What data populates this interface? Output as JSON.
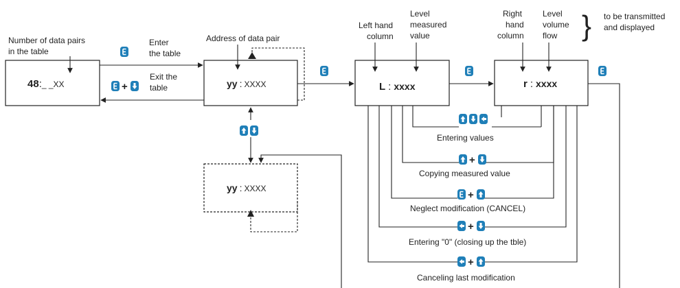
{
  "accent_color": "#1f7fb8",
  "screens": {
    "count": {
      "big": "48",
      "sep": ":",
      "small": "_ _XX"
    },
    "address": {
      "big": "yy",
      "sep": ":",
      "small": "XXXX"
    },
    "address_alt": {
      "big": "yy",
      "sep": ":",
      "small": "XXXX"
    },
    "left": {
      "big": "L",
      "sep": ":",
      "small": "xxxx"
    },
    "right": {
      "big": "r",
      "sep": ":",
      "small": "xxxx"
    }
  },
  "labels": {
    "count_line1": "Number of data pairs",
    "count_line2": "in the table",
    "enter_line1": "Enter",
    "enter_line2": "the table",
    "exit_line1": "Exit the",
    "exit_line2": "table",
    "address_title": "Address of data pair",
    "left_col_line1": "Left hand",
    "left_col_line2": "column",
    "level_meas_line1": "Level",
    "level_meas_line2": "measured",
    "level_meas_line3": "value",
    "right_col_line1": "Right",
    "right_col_line2": "hand",
    "right_col_line3": "column",
    "level_vol_line1": "Level",
    "level_vol_line2": "volume",
    "level_vol_line3": "flow",
    "brace": "}",
    "transmit_line1": "to be transmitted",
    "transmit_line2": "and displayed"
  },
  "actions": {
    "entering_values": "Entering values",
    "copying": "Copying measured value",
    "neglect": "Neglect modification (CANCEL)",
    "entering_zero": "Entering \"0\" (closing up the tble)",
    "canceling": "Canceling last modification"
  },
  "keys": {
    "enter": "E",
    "plus": "+",
    "up": "up-arrow-key",
    "down": "down-arrow-key",
    "left": "left-arrow-key"
  }
}
